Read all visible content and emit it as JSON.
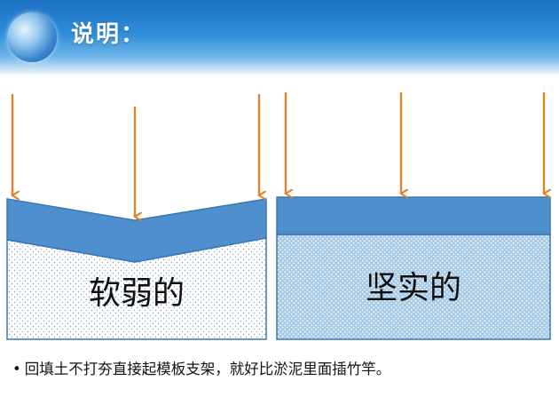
{
  "header": {
    "title": "说明：",
    "icon": "globe-logo-icon"
  },
  "diagram": {
    "left_block": {
      "label": "软弱的",
      "soil_style": "sparse-dots"
    },
    "right_block": {
      "label": "坚实的",
      "soil_style": "dense-dots"
    },
    "left_arrow_count": 3,
    "right_arrow_count": 3,
    "colors": {
      "arrow": "#e0832a",
      "formwork": "#4f8fce",
      "formwork_border": "#3a76b4",
      "soft_soil_fill": "#ffffff",
      "firm_soil_fill": "#a9cbe6"
    }
  },
  "caption": {
    "bullet": "•",
    "text": "回填土不打夯直接起模板支架，就好比淤泥里面插竹竿。"
  }
}
